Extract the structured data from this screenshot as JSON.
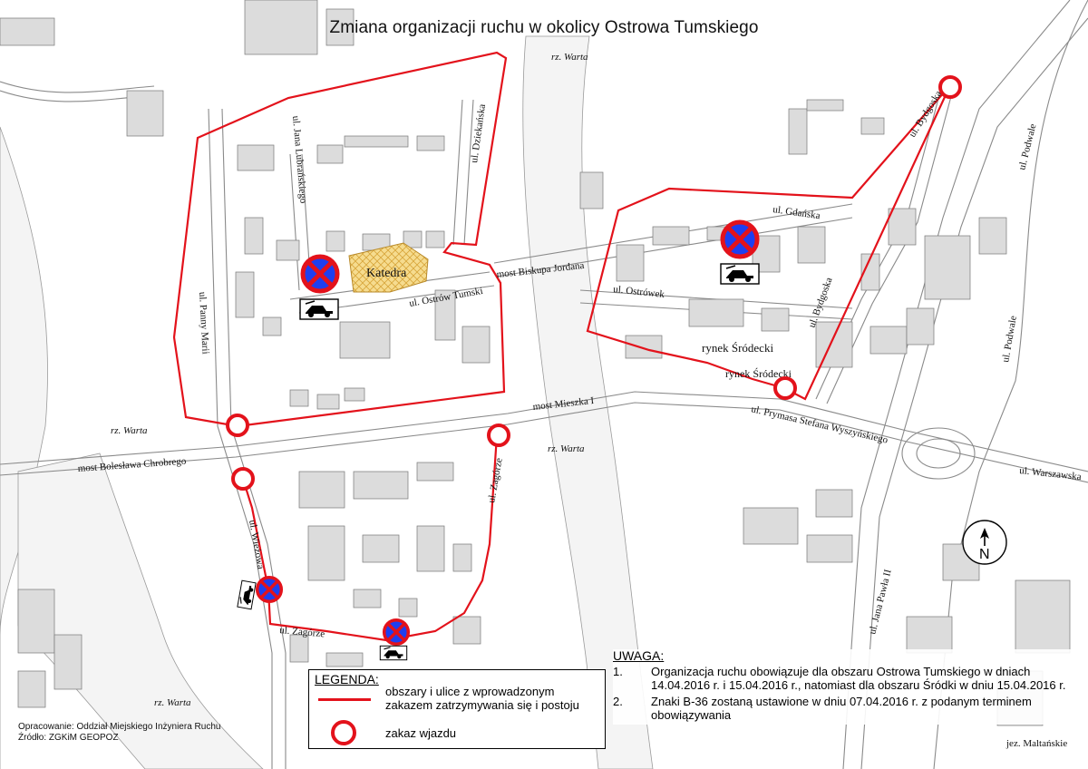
{
  "title": "Zmiana organizacji ruchu w okolicy Ostrowa Tumskiego",
  "colors": {
    "restriction": "#e3121b",
    "sign_blue": "#1e3ff0",
    "cathedral_fill": "#f3d57a",
    "building": "#dcdcdc",
    "river": "#f2f2f2"
  },
  "map_labels": {
    "river_1": "rz. Warta",
    "river_2": "rz. Warta",
    "river_3": "rz. Warta",
    "river_4": "rz. Warta",
    "cathedral": "Katedra",
    "street_lubranskiego": "ul. Jana Lubrańskiego",
    "street_dziekanska": "ul. Dziekańska",
    "street_ostrow_tumski": "ul. Ostrów Tumski",
    "street_panny_marii": "ul. Panny Marii",
    "bridge_jordana": "most Biskupa Jordana",
    "street_ostrowek": "ul. Ostrówek",
    "street_gdanska": "ul. Gdańska",
    "street_bydgoska_1": "ul. Bydgoska",
    "street_bydgoska_2": "ul. Bydgoska",
    "rynek_1": "rynek Śródecki",
    "rynek_2": "rynek Śródecki",
    "bridge_mieszka": "most Mieszka I",
    "street_wyszynskiego": "ul. Prymasa Stefana Wyszyńskiego",
    "bridge_chrobrego": "most Bolesława Chrobrego",
    "street_zagorze_1": "ul. Zagórze",
    "street_zagorze_2": "ul. Zagórze",
    "street_wiezowa": "ul. Wieżowa",
    "street_podwale_1": "ul. Podwale",
    "street_podwale_2": "ul. Podwale",
    "street_warszawska": "ul. Warszawska",
    "street_jana_pawla": "ul. Jana Pawła II",
    "street_maltanskie": "jez. Maltańskie",
    "compass": "N"
  },
  "legend": {
    "title": "LEGENDA:",
    "line_text": "obszary i ulice z wprowadzonym zakazem zatrzymywania się i postoju",
    "circle_text": "zakaz wjazdu"
  },
  "note": {
    "title": "UWAGA:",
    "items": [
      {
        "num": "1.",
        "text": "Organizacja ruchu obowiązuje dla obszaru Ostrowa Tumskiego w dniach 14.04.2016 r. i 15.04.2016 r., natomiast dla obszaru Śródki w dniu 15.04.2016 r."
      },
      {
        "num": "2.",
        "text": "Znaki B-36 zostaną ustawione w dniu 07.04.2016 r. z podanym terminem obowiązywania"
      }
    ]
  },
  "credits": {
    "line1": "Opracowanie: Oddział Miejskiego Inżyniera Ruchu",
    "line2": "Źródło: ZGKiM GEOPOZ"
  }
}
